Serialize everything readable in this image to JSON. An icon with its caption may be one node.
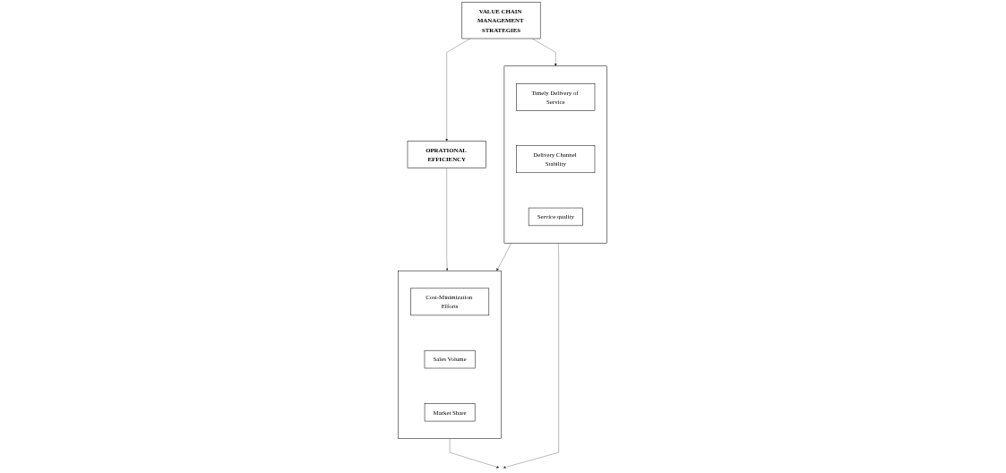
{
  "diagram": {
    "nodes": [
      {
        "text": [
          "VALUE CHAIN MANAGEMENT STRATEGIES"
        ]
      },
      {
        "text": [
          "OPRATIONAL EFFICIENCY"
        ]
      },
      {
        "text": [],
        "shape": "box"
      },
      {
        "text": [
          "Timely Delivery of Service"
        ],
        "in": 2
      },
      {
        "text": [
          "Delivery Channel Stability"
        ],
        "in": 2
      },
      {
        "text": [
          "Service quality"
        ],
        "in": 2
      },
      {
        "text": [],
        "shape": "box"
      },
      {
        "text": [
          "Cost-Minimization Efforts"
        ],
        "in": 6
      },
      {
        "text": [
          "Sales Volume"
        ],
        "in": 6
      },
      {
        "text": [
          "Market Share"
        ],
        "in": 6
      }
    ],
    "edges": [
      {
        "from": 0,
        "to": 1,
        "arrow": "to"
      },
      {
        "from": 0,
        "to": 2,
        "arrow": "to"
      },
      {
        "from": 1,
        "to": 6,
        "arrow": "to"
      },
      {
        "from": 2,
        "to": 6,
        "arrow": "to"
      },
      {
        "from": 2,
        "to": null,
        "arrow": "to"
      },
      {
        "from": 6,
        "to": null,
        "arrow": "to"
      }
    ]
  }
}
